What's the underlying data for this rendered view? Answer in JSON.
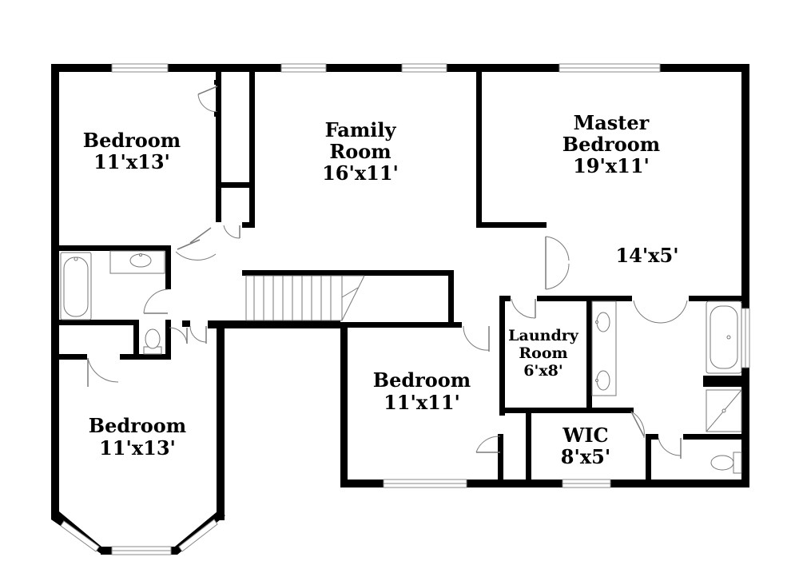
{
  "rooms": {
    "bedroom_nw": {
      "name": "Bedroom",
      "size": "11'x13'"
    },
    "family_room": {
      "name_line1": "Family",
      "name_line2": "Room",
      "size": "16'x11'"
    },
    "master_bedroom": {
      "name_line1": "Master",
      "name_line2": "Bedroom",
      "size": "19'x11'"
    },
    "master_hall": {
      "size": "14'x5'"
    },
    "laundry": {
      "name_line1": "Laundry",
      "name_line2": "Room",
      "size": "6'x8'"
    },
    "bedroom_center": {
      "name": "Bedroom",
      "size": "11'x11'"
    },
    "bedroom_sw": {
      "name": "Bedroom",
      "size": "11'x13'"
    },
    "wic": {
      "name": "WIC",
      "size": "8'x5'"
    }
  },
  "colors": {
    "wall": "#000000",
    "background": "#ffffff",
    "fixture_line": "#777777"
  }
}
